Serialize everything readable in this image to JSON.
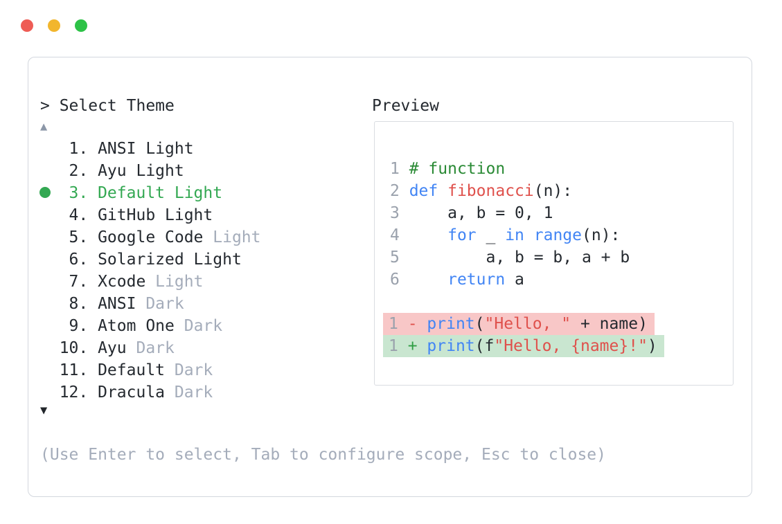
{
  "window": {
    "traffic_lights": [
      {
        "name": "close",
        "color": "#ee5c55"
      },
      {
        "name": "minimize",
        "color": "#f2b62d"
      },
      {
        "name": "zoom",
        "color": "#2dc247"
      }
    ]
  },
  "theme_picker": {
    "prompt": "> Select Theme",
    "scroll_up_icon": "▲",
    "scroll_down_icon": "▼",
    "items": [
      {
        "num": "1",
        "name": "ANSI Light",
        "muted_suffix": "",
        "selected": false
      },
      {
        "num": "2",
        "name": "Ayu Light",
        "muted_suffix": "",
        "selected": false
      },
      {
        "num": "3",
        "name": "Default Light",
        "muted_suffix": "",
        "selected": true
      },
      {
        "num": "4",
        "name": "GitHub Light",
        "muted_suffix": "",
        "selected": false
      },
      {
        "num": "5",
        "name": "Google Code",
        "muted_suffix": "Light",
        "selected": false
      },
      {
        "num": "6",
        "name": "Solarized Light",
        "muted_suffix": "",
        "selected": false
      },
      {
        "num": "7",
        "name": "Xcode",
        "muted_suffix": "Light",
        "selected": false
      },
      {
        "num": "8",
        "name": "ANSI",
        "muted_suffix": "Dark",
        "selected": false
      },
      {
        "num": "9",
        "name": "Atom One",
        "muted_suffix": "Dark",
        "selected": false
      },
      {
        "num": "10",
        "name": "Ayu",
        "muted_suffix": "Dark",
        "selected": false
      },
      {
        "num": "11",
        "name": "Default",
        "muted_suffix": "Dark",
        "selected": false
      },
      {
        "num": "12",
        "name": "Dracula",
        "muted_suffix": "Dark",
        "selected": false
      }
    ],
    "hint": "(Use Enter to select, Tab to configure scope, Esc to close)"
  },
  "preview": {
    "title": "Preview",
    "code_lines": [
      {
        "num": "1",
        "tokens": [
          {
            "t": "# function",
            "c": "comment"
          }
        ]
      },
      {
        "num": "2",
        "tokens": [
          {
            "t": "def",
            "c": "keyword"
          },
          {
            "t": " ",
            "c": "plain"
          },
          {
            "t": "fibonacci",
            "c": "function"
          },
          {
            "t": "(n):",
            "c": "plain"
          }
        ]
      },
      {
        "num": "3",
        "tokens": [
          {
            "t": "    a, b = 0, 1",
            "c": "plain"
          }
        ]
      },
      {
        "num": "4",
        "tokens": [
          {
            "t": "    ",
            "c": "plain"
          },
          {
            "t": "for",
            "c": "keyword"
          },
          {
            "t": " _ ",
            "c": "plain"
          },
          {
            "t": "in",
            "c": "keyword"
          },
          {
            "t": " ",
            "c": "plain"
          },
          {
            "t": "range",
            "c": "keyword"
          },
          {
            "t": "(n):",
            "c": "plain"
          }
        ]
      },
      {
        "num": "5",
        "tokens": [
          {
            "t": "        a, b = b, a + b",
            "c": "plain"
          }
        ]
      },
      {
        "num": "6",
        "tokens": [
          {
            "t": "    ",
            "c": "plain"
          },
          {
            "t": "return",
            "c": "keyword"
          },
          {
            "t": " a",
            "c": "plain"
          }
        ]
      }
    ],
    "diff_lines": [
      {
        "num": "1",
        "kind": "removed",
        "tokens": [
          {
            "t": "- ",
            "c": "minus"
          },
          {
            "t": "print",
            "c": "keyword"
          },
          {
            "t": "(",
            "c": "plain"
          },
          {
            "t": "\"Hello, \"",
            "c": "string"
          },
          {
            "t": " + name)",
            "c": "plain"
          }
        ]
      },
      {
        "num": "1",
        "kind": "added",
        "tokens": [
          {
            "t": "+ ",
            "c": "plus"
          },
          {
            "t": "print",
            "c": "keyword"
          },
          {
            "t": "(f",
            "c": "plain"
          },
          {
            "t": "\"Hello, {name}!\"",
            "c": "string"
          },
          {
            "t": ")",
            "c": "plain"
          }
        ]
      }
    ]
  },
  "colors": {
    "text_dark": "#24292f",
    "muted_gray": "#a4acba",
    "line_number_gray": "#9aa1ac",
    "accent_green": "#33a852",
    "comment_green": "#2a8a35",
    "keyword_blue": "#4285f4",
    "function_red": "#df514c",
    "string_red": "#df514c",
    "diff_plus_green": "#2f9e44",
    "diff_removed_bg": "#f8c7c7",
    "diff_added_bg": "#c9e6d0",
    "panel_border": "#d3d7de",
    "preview_border": "#d9dce1",
    "scroll_up_gray": "#8c97a8"
  }
}
